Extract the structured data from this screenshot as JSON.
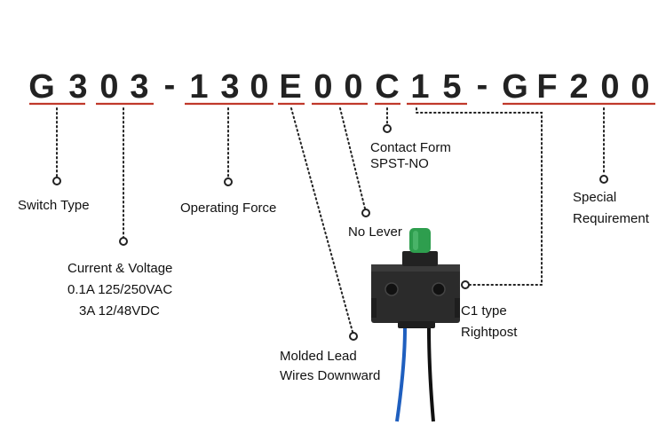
{
  "part_number": {
    "chars": [
      "G",
      "3",
      "0",
      "3",
      "-",
      "1",
      "3",
      "0",
      "E",
      "0",
      "0",
      "C",
      "1",
      "5",
      "-",
      "G",
      "F",
      "2",
      "0",
      "0"
    ]
  },
  "labels": {
    "switch_type": "Switch Type",
    "current_voltage": {
      "title": "Current & Voltage",
      "line1": "0.1A 125/250VAC",
      "line2": "3A 12/48VDC"
    },
    "operating_force": "Operating Force",
    "molded_lead": {
      "line1": "Molded Lead",
      "line2": "Wires Downward"
    },
    "no_lever": "No Lever",
    "contact_form": {
      "line1": "Contact Form",
      "line2": "SPST-NO"
    },
    "c1_type": {
      "line1": "C1 type",
      "line2": "Rightpost"
    },
    "special": {
      "line1": "Special",
      "line2": "Requirement"
    }
  },
  "colors": {
    "underline": "#c0392b",
    "switch_body": "#2b2b2b",
    "plunger": "#2e9e4e",
    "wire_blue": "#1f5fbf",
    "wire_black": "#111111"
  }
}
